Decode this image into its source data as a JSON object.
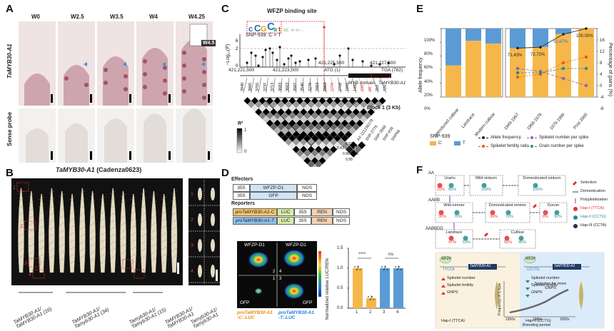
{
  "panel_letters": [
    "A",
    "B",
    "C",
    "D",
    "E",
    "F"
  ],
  "panelA": {
    "stages": [
      "W0",
      "W2.5",
      "W3.5",
      "W4",
      "W4.25"
    ],
    "row_labels": [
      "TaMYB30-A1",
      "Sense probe"
    ],
    "inset": "W4.5"
  },
  "panelB": {
    "title": "TaMYB30-A1",
    "title_suffix": " (Cadenza0623)",
    "genotypes": [
      "TaMYB30-A1/\nTaMYB30-A1 (16)",
      "TaMYB30-A1/\nTamyb30-A1 (34)",
      "Tamyb30-A1/\nTamyb30-A1 (15)",
      "TaMYB30-A1/\nTaMYB30-A1",
      "Tamyb30-A1/\nTamyb30-A1"
    ],
    "spike_marks": [
      "1",
      "2",
      "3",
      "4"
    ]
  },
  "panelC": {
    "binding_site": "WFZP binding site",
    "snp": "SNP-939: C > T",
    "ylabel": "−Log₁₀(P)",
    "positions": [
      "421,221,500",
      "421,223,500",
      "421,225,500",
      "421,227,500"
    ],
    "atg": "ATG (1)",
    "tga": "TGA (762)",
    "gene": "TaMYB30-A1",
    "domain": "MYB domain",
    "block": "Block 1 (3 Kb)",
    "snp_ids": [
      "3940",
      "3865",
      "3755",
      "3737",
      "3713",
      "3683",
      "3663",
      "3587",
      "3540",
      "3279",
      "2883",
      "2863",
      "2776",
      "2758",
      "1992",
      "1432",
      "939",
      "68",
      "310",
      "729"
    ],
    "r2_label": "R²",
    "r2_ticks": [
      "1",
      "0"
    ],
    "mini_snps": [
      "AX-111236279",
      "SNP-2776",
      "SNP-3566",
      "SNP-939",
      "SNP68"
    ],
    "mini_values": [
      "0.43",
      "0.87",
      "1",
      "0.96",
      "0.55",
      "0.95"
    ]
  },
  "panelD": {
    "effectors_title": "Effectors",
    "reporters_title": "Reporters",
    "effectors": [
      [
        "35S",
        "WFZP-D1",
        "NOS"
      ],
      [
        "35S",
        "GFP",
        "NOS"
      ]
    ],
    "reporters": [
      [
        "proTaMYB30-A1-C",
        "LUC",
        "35S",
        "REN",
        "NOS"
      ],
      [
        "proTaMYB30-A1-T",
        "LUC",
        "35S",
        "REN",
        "NOS"
      ]
    ],
    "image_labels": [
      "WFZP-D1",
      "WFZP-D1",
      "GFP",
      "GFP",
      "1",
      "2",
      "3",
      "4"
    ],
    "caption_left": "proTaMYB30-A1\n-C::LUC",
    "caption_right": "proTaMYB30-A1\n-T::LUC",
    "sig": [
      "****",
      "ns"
    ],
    "colors": {
      "orange": "#f5b74a",
      "blue": "#5b9bd5",
      "reporter_c": "#f7c56b",
      "reporter_t": "#8fc0ea",
      "ren": "#f4d2b1",
      "luc": "#d9eca8"
    }
  },
  "panelE": {
    "ylabel_left": "Allele frequency",
    "ylabel_right": "Percentage of gains (%)",
    "left_ticks": [
      "100%",
      "80%",
      "60%",
      "40%",
      "20%",
      "0%"
    ],
    "right_ticks": [
      "16",
      "12",
      "8",
      "4",
      "0",
      "-4",
      "-8"
    ],
    "percent_labels": [
      "71.43%",
      "72.72%",
      "91.67%",
      "100.00%"
    ],
    "legend_title": "SNP-939",
    "legend": [
      "C",
      "T",
      "Allele frequency",
      "Spikelet number per spike",
      "Spikelet fertility ratio",
      "Grain number per spike"
    ]
  },
  "panelF": {
    "genomes": [
      "AA",
      "AABB",
      "AABBDD"
    ],
    "nodes": [
      "Urartu",
      "Wild einkorn",
      "Domesticated einkorn",
      "Wild emmer",
      "Domesticated emmer",
      "Durum",
      "Landrace",
      "Cultivar"
    ],
    "pcts": [
      "15%",
      "85%",
      "100%",
      "100%",
      "30%",
      "70%",
      "30%",
      "70%",
      "8%",
      "92%",
      "47%",
      "53%",
      "55%",
      "45%"
    ],
    "legend": [
      "Selection",
      "Domestication",
      "Polyploidization",
      "Hap-I (TTCA)",
      "Hap-II (CCTG)",
      "Hap-III (CCTA)"
    ],
    "left_box": {
      "tf": "WFZP",
      "seq": "TTCCA",
      "gene": "TaMYB30-A1",
      "traits": [
        "Spikelet number",
        "Spikelet fertility",
        "GNPS"
      ],
      "hap": "Hap-I (TTCA)"
    },
    "right_box": {
      "tf": "WFZP",
      "seq": "CCCTG",
      "gene": "TaMYB30-A1",
      "traits": [
        "Spikelet number",
        "Spikelet fertility",
        "GNPS"
      ],
      "hap": "Hap-II (CCTG)"
    },
    "selection_text": "Selection for more GNPS",
    "xlabel": "Breeding period",
    "ylabel": "Frequency of C-type",
    "years": [
      "1950s",
      "1980s",
      "2000s"
    ]
  },
  "chart_data": [
    {
      "type": "bar",
      "title": "Normalized relative LUC/REN",
      "categories": [
        "1",
        "2",
        "3",
        "4"
      ],
      "values": [
        1.0,
        0.25,
        1.0,
        1.0
      ],
      "ylabel": "Normalized relative LUC/REN",
      "ylim": [
        0,
        1.5
      ],
      "yticks": [
        "0.0",
        "0.5",
        "1.0",
        "1.5"
      ]
    },
    {
      "type": "bar",
      "title": "",
      "categories": [
        "Introduced cultivar",
        "Landrace",
        "Modern cultivar",
        "1949-1957",
        "1958-1978",
        "1979-1999",
        "Post 2000"
      ],
      "series": [
        {
          "name": "C",
          "values": [
            0.46,
            0.82,
            0.78,
            0.71,
            0.73,
            0.92,
            1.0
          ]
        },
        {
          "name": "T",
          "values": [
            0.54,
            0.18,
            0.22,
            0.29,
            0.27,
            0.08,
            0.0
          ]
        }
      ],
      "ylim": [
        0,
        1
      ],
      "grid": false,
      "legend": "bottom"
    },
    {
      "type": "line",
      "title": "",
      "categories": [
        "1949-1957",
        "1958-1978",
        "1979-1999",
        "Post 2000"
      ],
      "series": [
        {
          "name": "Allele frequency",
          "values": [
            71.43,
            72.72,
            91.67,
            100.0
          ]
        },
        {
          "name": "Spikelet number per spike",
          "values": [
            2.0,
            1.0,
            -1.5,
            -4.0
          ]
        },
        {
          "name": "Spikelet fertility ratio",
          "values": [
            -1.0,
            0.0,
            4.0,
            6.0
          ]
        },
        {
          "name": "Grain number per spike",
          "values": [
            0.5,
            0.5,
            2.0,
            2.0
          ]
        }
      ],
      "ylim": [
        -8,
        16
      ]
    }
  ]
}
